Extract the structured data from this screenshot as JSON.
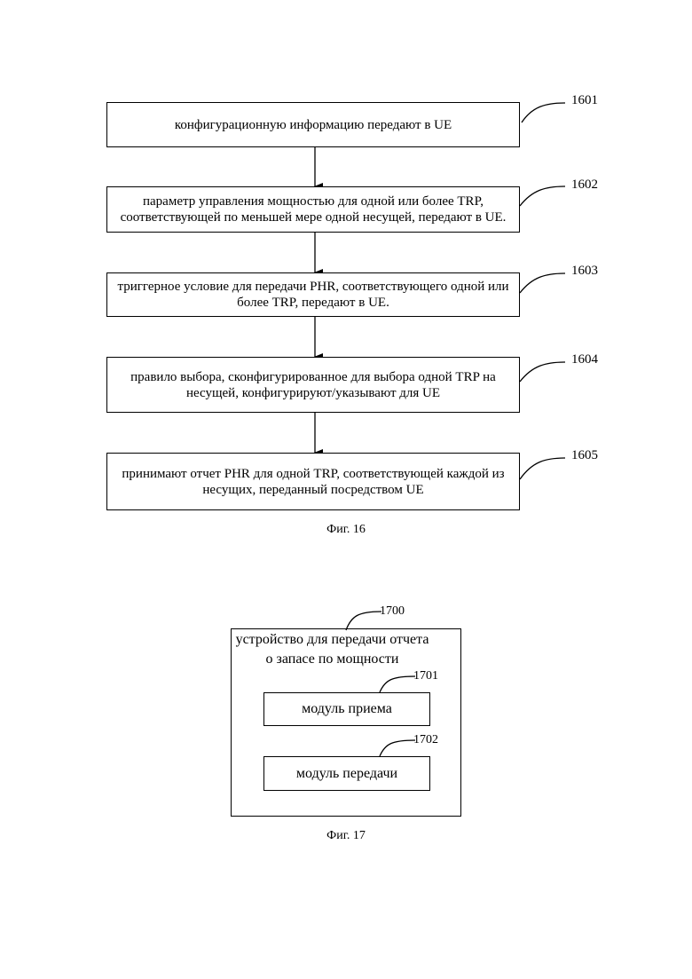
{
  "fig16": {
    "steps": [
      {
        "ref": "1601",
        "text": "конфигурационную информацию передают в UE"
      },
      {
        "ref": "1602",
        "text": "параметр управления мощностью для одной или более TRP, соответствующей по меньшей мере одной несущей, передают в UE."
      },
      {
        "ref": "1603",
        "text": "триггерное условие для передачи PHR, соответствующего одной или более TRP, передают в UE."
      },
      {
        "ref": "1604",
        "text": "правило выбора, сконфигурированное для выбора одной TRP на несущей, конфигурируют/указывают для UE"
      },
      {
        "ref": "1605",
        "text": "принимают отчет PHR для одной TRP, соответствующей каждой из несущих, переданный посредством UE"
      }
    ],
    "caption": "Фиг. 16"
  },
  "fig17": {
    "device_ref": "1700",
    "device_title": "устройство для передачи отчета о запасе по мощности",
    "modules": [
      {
        "ref": "1701",
        "label": "модуль приема"
      },
      {
        "ref": "1702",
        "label": "модуль передачи"
      }
    ],
    "caption": "Фиг. 17"
  }
}
